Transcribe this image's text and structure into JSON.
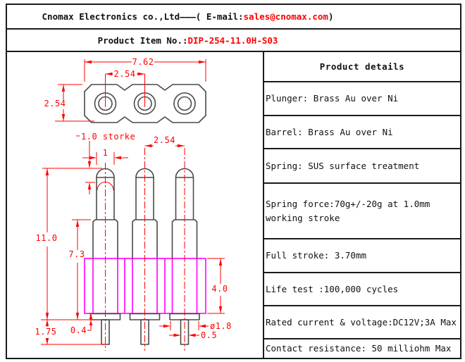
{
  "header": {
    "company_prefix": "Cnomax Electronics co.,Ltd———( E-mail: ",
    "company_email": "sales@cnomax.com",
    "company_suffix": ")",
    "item_label": "Product Item No.: ",
    "item_number": "DIP-254-11.0H-S03"
  },
  "product_details": {
    "title": "Product details",
    "rows": [
      "Plunger: Brass Au over Ni",
      "Barrel: Brass Au over Ni",
      "Spring: SUS surface treatment",
      "Spring force:70g+/-20g at 1.0mm working stroke",
      "Full stroke: 3.70mm",
      "Life test :100,000 cycles",
      "Rated current & voltage:DC12V;3A Max",
      "Contact resistance: 50 milliohm Max"
    ]
  },
  "drawing": {
    "dimensions": {
      "top_width": "7.62",
      "hole_pitch": "2.54",
      "top_height": "2.54",
      "stroke_note": "1.0 storke",
      "plunger_width": "1",
      "pin_pitch": "2.54",
      "overall_height": "11.0",
      "exposed_height": "7.3",
      "housing_height": "4.0",
      "tail_length": "1.75",
      "flange_thickness": "0.4",
      "barrel_diameter": "ø1.8",
      "tail_width": "0.5"
    },
    "colors": {
      "dimension_red": "#ff0000",
      "housing_magenta": "#ff00ff",
      "outline_gray": "#4a4a4a"
    }
  }
}
